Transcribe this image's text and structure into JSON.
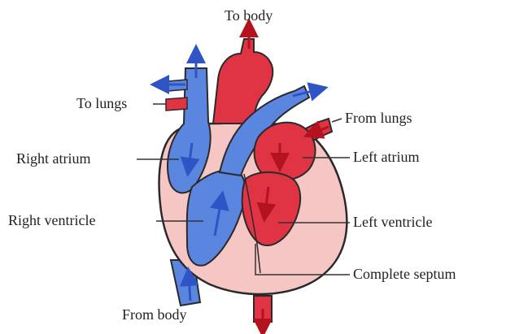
{
  "labels": {
    "to_body": "To body",
    "to_lungs": "To lungs",
    "from_lungs": "From lungs",
    "right_atrium": "Right atrium",
    "left_atrium": "Left atrium",
    "right_ventricle": "Right ventricle",
    "left_ventricle": "Left ventricle",
    "complete_septum": "Complete septum",
    "from_body": "From body"
  },
  "colors": {
    "deoxygenated_blue": "#5b86e0",
    "oxygenated_red": "#e03344",
    "heart_wall": "#f6c6c4",
    "outline": "#2a2a2a",
    "flow_arrow_blue": "#2f55c4",
    "flow_arrow_red": "#b3121f"
  }
}
